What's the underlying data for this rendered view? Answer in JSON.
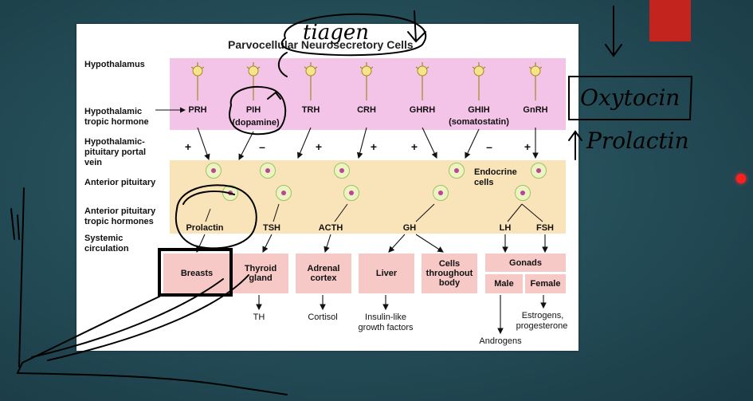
{
  "diagram": {
    "title": "Parvocellular Neurosecretory Cells",
    "row_labels": {
      "hypothalamus": "Hypothalamus",
      "tropic_hormone_1": "Hypothalamic",
      "tropic_hormone_2": "tropic hormone",
      "portal_1": "Hypothalamic-",
      "portal_2": "pituitary portal",
      "portal_3": "vein",
      "anterior_pituitary": "Anterior pituitary",
      "ant_tropic_1": "Anterior pituitary",
      "ant_tropic_2": "tropic hormones",
      "systemic_1": "Systemic",
      "systemic_2": "circulation"
    },
    "hypothalamic_hormones": {
      "prh": "PRH",
      "pih_1": "PIH",
      "pih_2": "(dopamine)",
      "trh": "TRH",
      "crh": "CRH",
      "ghrh": "GHRH",
      "ghih_1": "GHIH",
      "ghih_2": "(somatostatin)",
      "gnrh": "GnRH"
    },
    "signs": {
      "prh": "+",
      "pih": "–",
      "trh": "+",
      "crh": "+",
      "ghrh": "+",
      "ghih": "–",
      "gnrh": "+"
    },
    "endocrine_cells_1": "Endocrine",
    "endocrine_cells_2": "cells",
    "pituitary_hormones": {
      "prolactin": "Prolactin",
      "tsh": "TSH",
      "acth": "ACTH",
      "gh": "GH",
      "lh": "LH",
      "fsh": "FSH"
    },
    "targets": {
      "breasts": "Breasts",
      "thyroid_1": "Thyroid",
      "thyroid_2": "gland",
      "adrenal_1": "Adrenal",
      "adrenal_2": "cortex",
      "liver": "Liver",
      "cells_1": "Cells",
      "cells_2": "throughout",
      "cells_3": "body",
      "gonads": "Gonads",
      "male": "Male",
      "female": "Female"
    },
    "effects": {
      "th": "TH",
      "cortisol": "Cortisol",
      "igf_1": "Insulin-like",
      "igf_2": "growth factors",
      "estrogens_1": "Estrogens,",
      "estrogens_2": "progesterone",
      "androgens": "Androgens"
    }
  },
  "annotations": {
    "note_top": "tiagen",
    "note_oxytocin": "Oxytocin",
    "note_prolactin": "Prolactin"
  },
  "colors": {
    "background": "#234b56",
    "hypothalamus_band": "#f4c3e8",
    "pituitary_band": "#f9e3b8",
    "target_box": "#f6c9c6",
    "accent_red": "#c4241e"
  }
}
